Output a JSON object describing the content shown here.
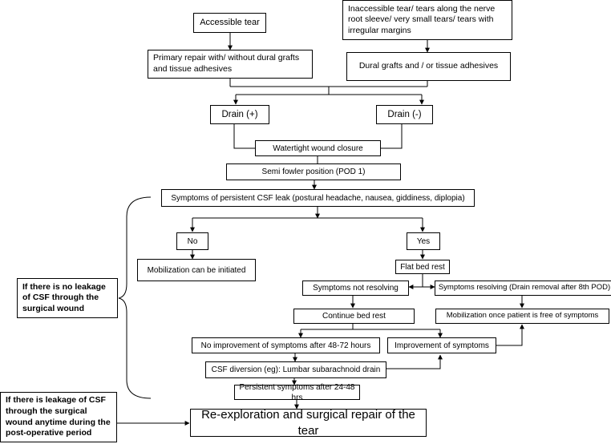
{
  "boxes": {
    "accessible_tear": "Accessible tear",
    "inaccessible_tear": "Inaccessible tear/ tears along the nerve root sleeve/ very small tears/ tears with irregular margins",
    "primary_repair": "Primary repair with/ without dural grafts and tissue adhesives",
    "dural_grafts": "Dural grafts and / or tissue adhesives",
    "drain_plus": "Drain (+)",
    "drain_minus": "Drain (-)",
    "watertight": "Watertight wound closure",
    "semi_fowler": "Semi fowler position (POD 1)",
    "symptoms_persistent": "Symptoms of persistent CSF leak (postural headache, nausea, giddiness, diplopia)",
    "no": "No",
    "yes": "Yes",
    "mobilization_initiated": "Mobilization can be initiated",
    "flat_bed_rest": "Flat bed rest",
    "symptoms_not_resolving": "Symptoms not resolving",
    "symptoms_resolving": "Symptoms resolving (Drain removal after 8th POD)",
    "continue_bed_rest": "Continue bed rest",
    "mobilization_free": "Mobilization once patient is free of symptoms",
    "no_improvement": "No improvement of symptoms after 48-72 hours",
    "improvement": "Improvement of symptoms",
    "csf_diversion": "CSF diversion (eg): Lumbar subarachnoid drain",
    "persistent_24_48": "Persistent symptoms after 24-48 hrs",
    "no_leakage": "If there is no leakage of CSF through the surgical wound",
    "leakage": "If there is leakage of CSF through the surgical wound anytime during the post-operative period",
    "reexploration": "Re-exploration and surgical repair of the tear"
  }
}
